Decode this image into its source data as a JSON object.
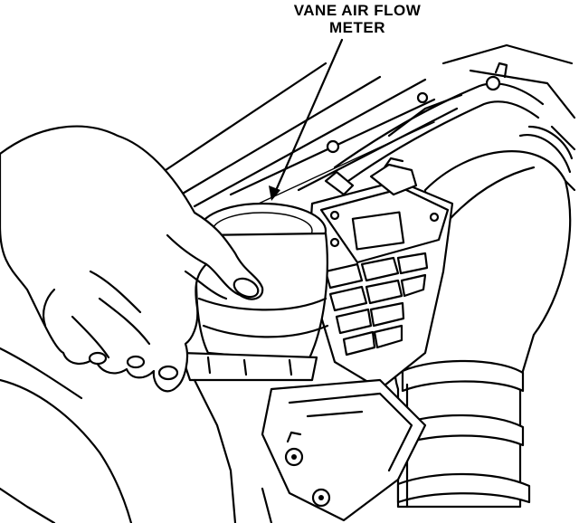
{
  "callout": {
    "line1": "VANE AIR FLOW",
    "line2": "METER"
  },
  "icons": [
    "leader-arrow",
    "hand",
    "air-flow-meter",
    "intake-hose",
    "engine-bay"
  ]
}
